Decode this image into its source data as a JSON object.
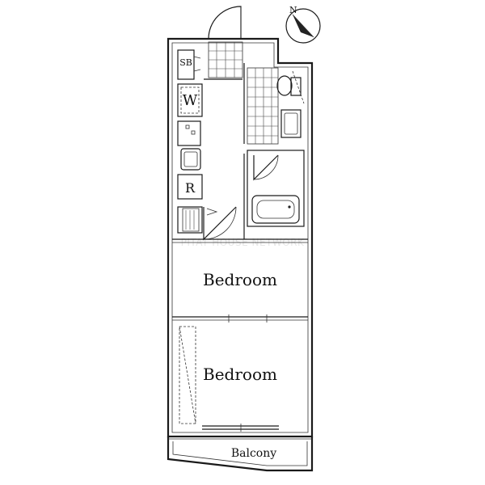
{
  "rooms": {
    "bedroom_upper": "Bedroom",
    "bedroom_lower": "Bedroom",
    "balcony": "Balcony"
  },
  "fixtures": {
    "shoe_box": "SB",
    "washer": "W",
    "refrigerator": "R"
  },
  "compass": {
    "north_label": "N"
  },
  "watermark": "PITAT HOUSE NETWORK",
  "icons": [
    "compass-icon",
    "door-swing-icon",
    "sink-icon",
    "bathtub-icon",
    "toilet-icon",
    "stove-icon"
  ]
}
